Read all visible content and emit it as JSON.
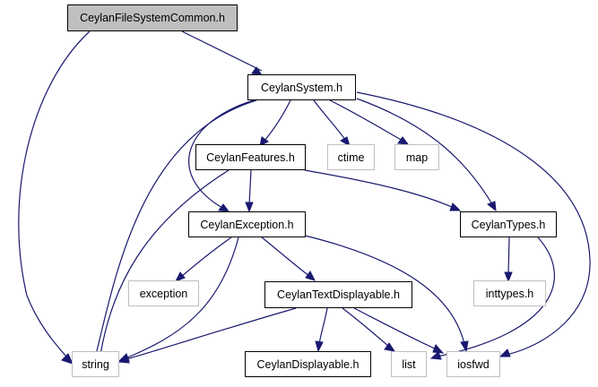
{
  "nodes": {
    "ceylan_file_system_common": "CeylanFileSystemCommon.h",
    "ceylan_system": "CeylanSystem.h",
    "ceylan_features": "CeylanFeatures.h",
    "ctime": "ctime",
    "map": "map",
    "ceylan_exception": "CeylanException.h",
    "ceylan_types": "CeylanTypes.h",
    "exception": "exception",
    "ceylan_text_displayable": "CeylanTextDisplayable.h",
    "inttypes": "inttypes.h",
    "string": "string",
    "ceylan_displayable": "CeylanDisplayable.h",
    "list": "list",
    "iosfwd": "iosfwd"
  },
  "colors": {
    "edge": "#191970",
    "current_fill": "#bfbfbf",
    "local_border": "#000000",
    "external_border": "#bfbfbf"
  },
  "edges": [
    [
      "ceylan_file_system_common",
      "ceylan_system"
    ],
    [
      "ceylan_file_system_common",
      "string"
    ],
    [
      "ceylan_system",
      "ceylan_features"
    ],
    [
      "ceylan_system",
      "ctime"
    ],
    [
      "ceylan_system",
      "map"
    ],
    [
      "ceylan_system",
      "ceylan_exception"
    ],
    [
      "ceylan_system",
      "ceylan_types"
    ],
    [
      "ceylan_system",
      "string"
    ],
    [
      "ceylan_system",
      "iosfwd"
    ],
    [
      "ceylan_features",
      "ceylan_exception"
    ],
    [
      "ceylan_features",
      "ceylan_types"
    ],
    [
      "ceylan_features",
      "string"
    ],
    [
      "ceylan_exception",
      "exception"
    ],
    [
      "ceylan_exception",
      "ceylan_text_displayable"
    ],
    [
      "ceylan_exception",
      "string"
    ],
    [
      "ceylan_exception",
      "iosfwd"
    ],
    [
      "ceylan_types",
      "inttypes"
    ],
    [
      "ceylan_types",
      "list"
    ],
    [
      "ceylan_text_displayable",
      "ceylan_displayable"
    ],
    [
      "ceylan_text_displayable",
      "string"
    ],
    [
      "ceylan_text_displayable",
      "list"
    ],
    [
      "ceylan_text_displayable",
      "iosfwd"
    ]
  ]
}
